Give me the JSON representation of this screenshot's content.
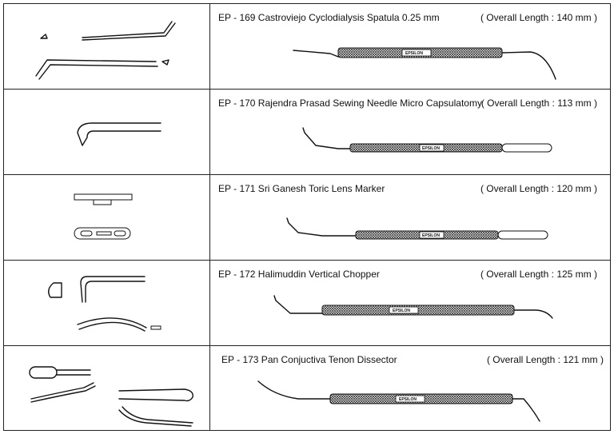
{
  "brand": "EPSILON",
  "products": [
    {
      "code_title": "EP - 169 Castroviejo Cyclodialysis Spatula 0.25 mm",
      "length": "( Overall Length : 140 mm )"
    },
    {
      "code_title": "EP - 170  Rajendra Prasad Sewing Needle Micro Capsulatomy",
      "length": "( Overall Length : 113 mm )"
    },
    {
      "code_title": "EP - 171  Sri Ganesh Toric Lens Marker",
      "length": "( Overall Length : 120 mm )"
    },
    {
      "code_title": "EP - 172  Halimuddin Vertical Chopper",
      "length": "( Overall Length : 125 mm )"
    },
    {
      "code_title": "EP - 173  Pan Conjuctiva Tenon Dissector",
      "length": "( Overall Length : 121 mm )"
    }
  ]
}
